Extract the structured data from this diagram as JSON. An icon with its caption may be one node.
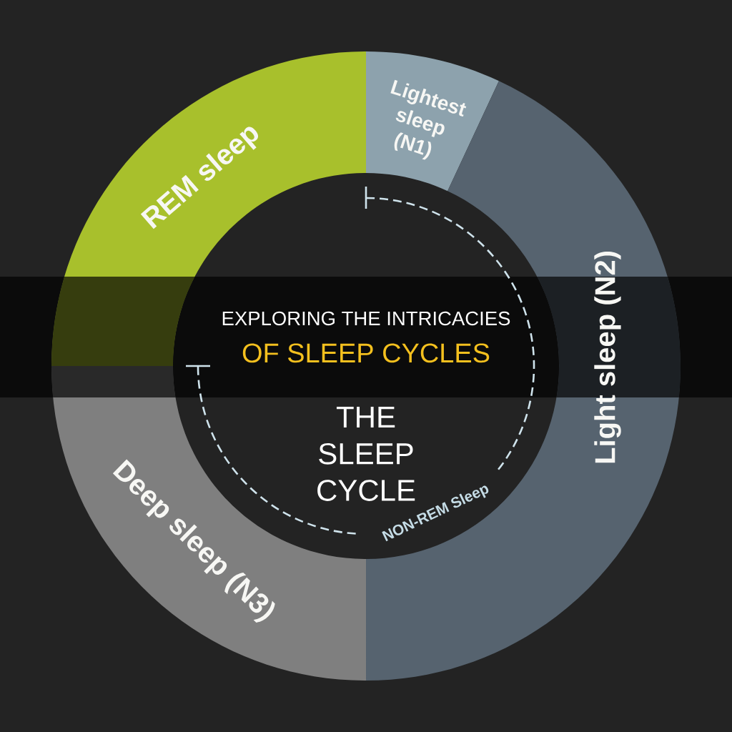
{
  "diagram": {
    "title": "EXPLORING THE INTRICACIES OF SLEEP CYCLES",
    "nodes": [
      {
        "text": [
          "REM sleep"
        ]
      },
      {
        "text": [
          "Lightest sleep (N1)"
        ]
      },
      {
        "text": [
          "Light sleep (N2)"
        ]
      },
      {
        "text": [
          "Deep sleep (N3)"
        ]
      }
    ],
    "labels": [
      "THE SLEEP CYCLE",
      "NON-REM Sleep"
    ]
  }
}
